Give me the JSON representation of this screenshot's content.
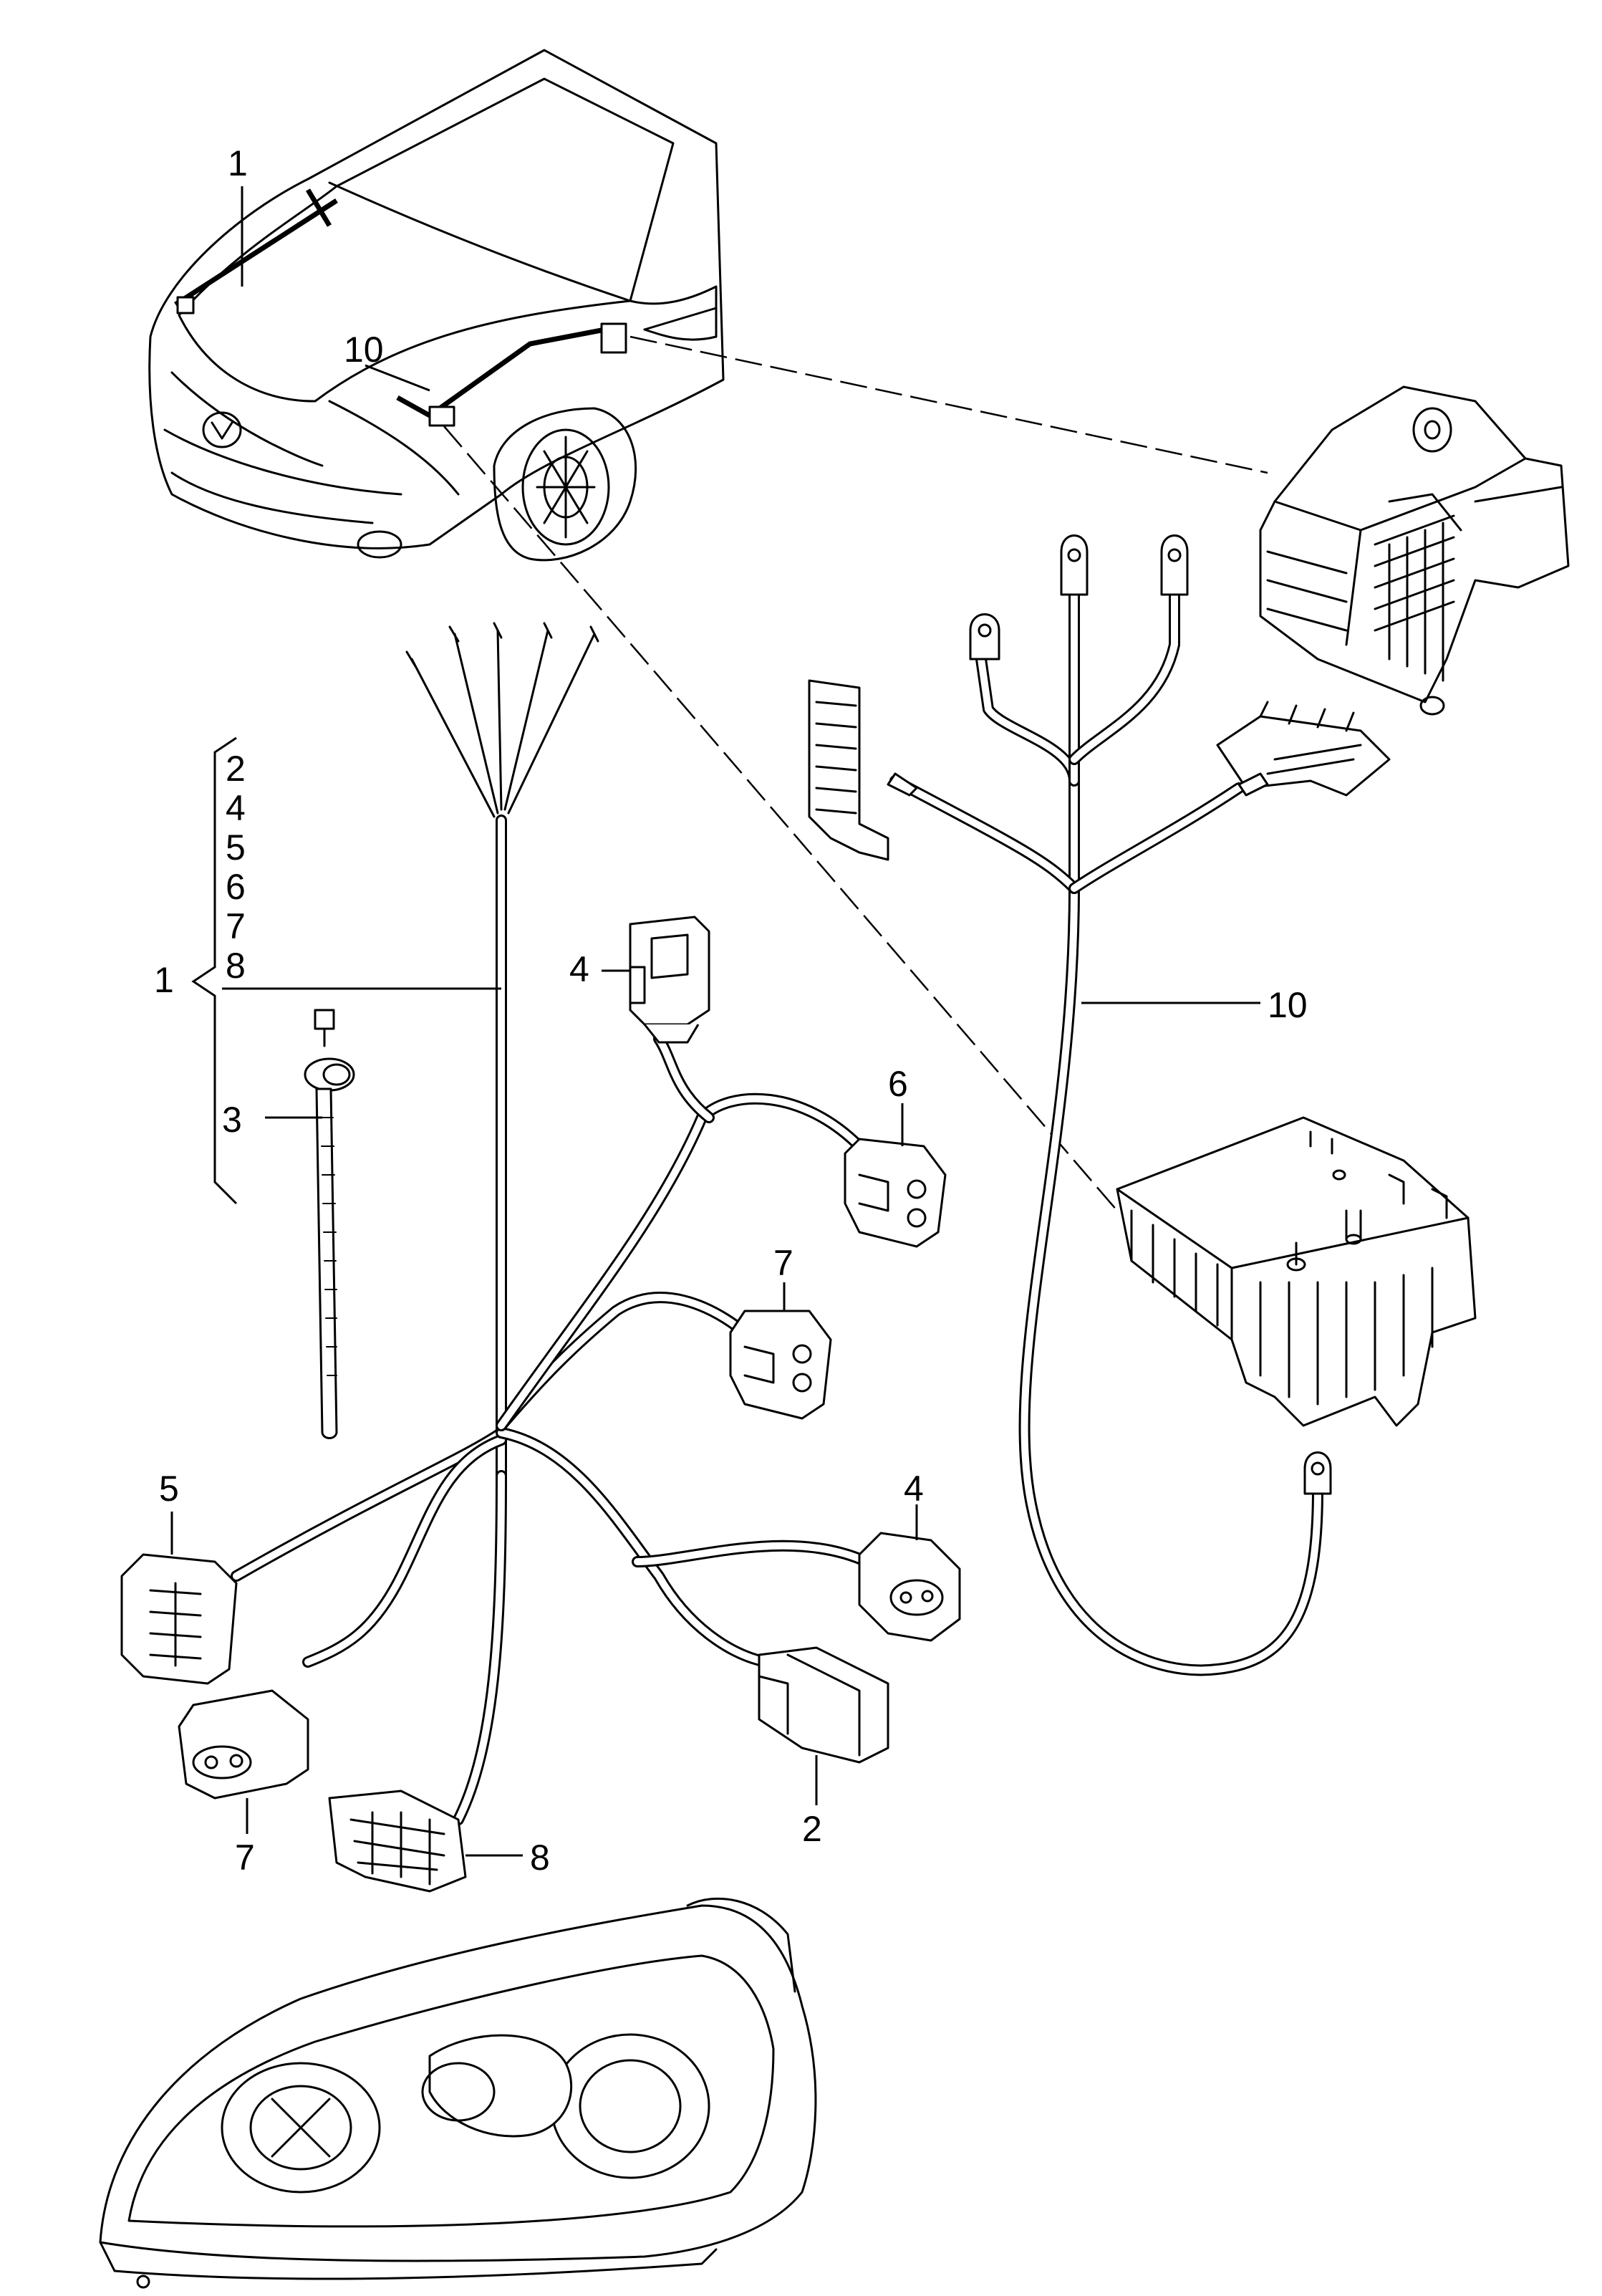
{
  "callouts": {
    "c1_top": "1",
    "c10_top": "10",
    "c2_group": "2",
    "c4_group": "4",
    "c5_group": "5",
    "c6_group": "6",
    "c7_group": "7",
    "c8_group": "8",
    "c1_group": "1",
    "c3": "3",
    "c4_conn_top": "4",
    "c6_conn": "6",
    "c7_conn_mid": "7",
    "c5_conn": "5",
    "c4_conn_right": "4",
    "c7_conn_bottom": "7",
    "c8_conn": "8",
    "c2_conn": "2",
    "c10_harness": "10"
  }
}
